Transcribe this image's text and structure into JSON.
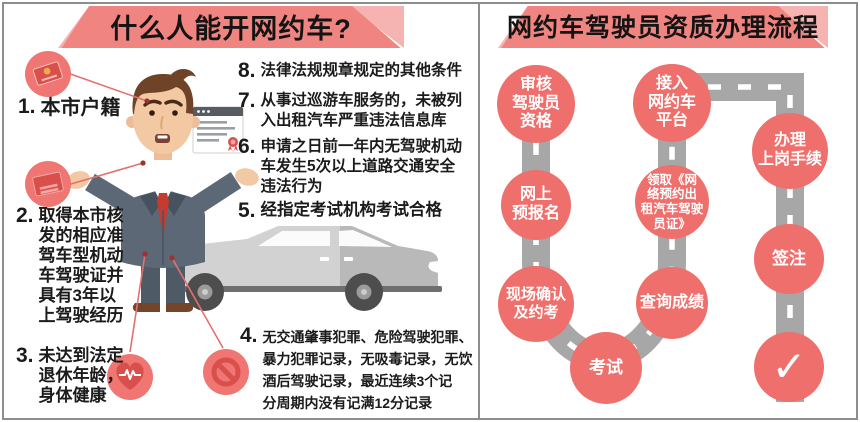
{
  "left_panel": {
    "title": "什么人能开网约车?",
    "items": [
      {
        "num": "1.",
        "text": "本市户籍"
      },
      {
        "num": "2.",
        "text": "取得本市核\n发的相应准\n驾车型机动\n车驾驶证并\n具有3年以\n上驾驶经历"
      },
      {
        "num": "3.",
        "text": "未达到法定\n退休年龄，\n身体健康"
      },
      {
        "num": "4.",
        "text": "无交通肇事犯罪、危险驾驶犯罪、\n暴力犯罪记录，无吸毒记录，无饮\n酒后驾驶记录，最近连续3个记\n分周期内没有记满12分记录"
      },
      {
        "num": "5.",
        "text": "经指定考试机构考试合格"
      },
      {
        "num": "6.",
        "text": "申请之日前一年内无驾驶机动\n车发生5次以上道路交通安全\n违法行为"
      },
      {
        "num": "7.",
        "text": "从事过巡游车服务的，未被列\n入出租汽车严重违法信息库"
      },
      {
        "num": "8.",
        "text": "法律法规规章规定的其他条件"
      }
    ],
    "icons": {
      "hukou_booklet": "red booklet in circle",
      "driver_license": "card with stripes in circle",
      "health_heart": "heart with pulse line in circle",
      "no_record": "prohibition sign in circle",
      "certificate_document": "document with red seal"
    }
  },
  "right_panel": {
    "title": "网约车驾驶员资质办理流程",
    "steps": [
      {
        "label": "审核\n驾驶员\n资格"
      },
      {
        "label": "网上\n预报名"
      },
      {
        "label": "现场确认\n及约考"
      },
      {
        "label": "考试"
      },
      {
        "label": "查询成绩"
      },
      {
        "label": "领取《网\n络预约出\n租汽车驾驶\n员证》"
      },
      {
        "label": "接入\n网约车\n平台"
      },
      {
        "label": "办理\n上岗手续"
      },
      {
        "label": "签注"
      },
      {
        "label": "✓"
      }
    ],
    "road": "gray road with white dashed center line"
  },
  "colors": {
    "banner_pink": "#f08480",
    "banner_fold_pink": "#f5b4b1",
    "step_circle_red": "#ee6f6b",
    "icon_dark_red": "#d94f4b",
    "road_gray": "#a7a7a7",
    "text_dark": "#1b1b1b",
    "frame_gray": "#8d8d8d"
  }
}
